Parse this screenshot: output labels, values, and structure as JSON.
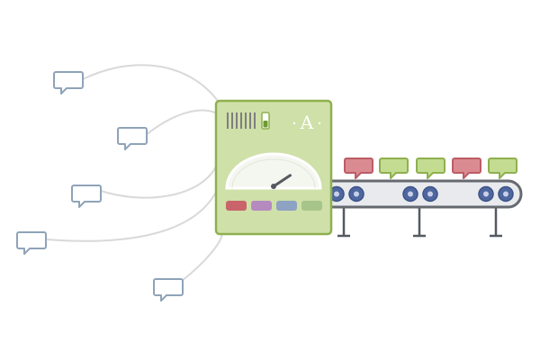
{
  "machine": {
    "brand_mark": "A",
    "gauge_level": 0.78,
    "toggle_state": "on",
    "buttons": [
      {
        "name": "red-button",
        "color": "#c9646a"
      },
      {
        "name": "purple-button",
        "color": "#b58bbf"
      },
      {
        "name": "blue-button",
        "color": "#8ea2c4"
      },
      {
        "name": "green-button",
        "color": "#a7c48a"
      }
    ]
  },
  "conveyor": {
    "outputs": [
      {
        "status": "rejected",
        "color": "#d98b91"
      },
      {
        "status": "approved",
        "color": "#c3dc92"
      },
      {
        "status": "approved",
        "color": "#c3dc92"
      },
      {
        "status": "rejected",
        "color": "#d98b91"
      },
      {
        "status": "approved",
        "color": "#c3dc92"
      }
    ]
  },
  "inputs": {
    "count": 5,
    "icon": "speech-bubble-icon",
    "color": "#8fa3b8"
  },
  "colors": {
    "machine_fill": "#cfe0a8",
    "machine_border": "#8fb04f",
    "belt": "#666a70",
    "roller": "#4f67a0",
    "wire": "#d9d9d9"
  }
}
